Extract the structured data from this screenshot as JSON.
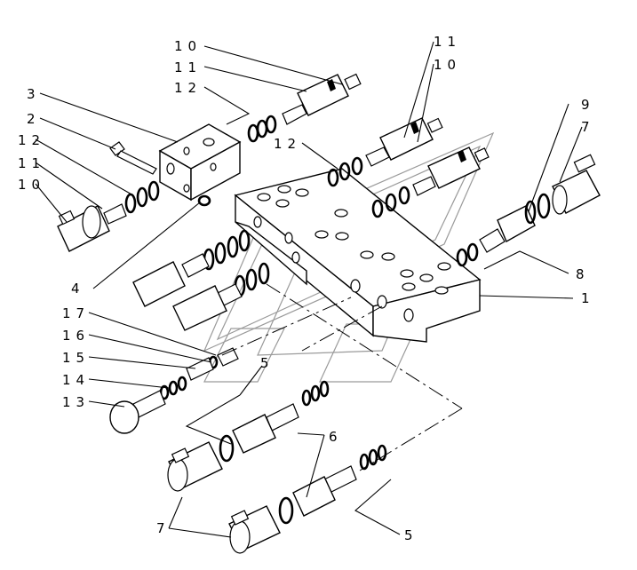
{
  "diagram": {
    "labels": {
      "l1": "1",
      "l2": "2",
      "l3": "3",
      "l4": "4",
      "l5a": "5",
      "l5b": "5",
      "l6": "6",
      "l7a": "7",
      "l7b": "7",
      "l8": "8",
      "l9": "9",
      "l10a": "10",
      "l10b": "10",
      "l10c": "10",
      "l11a": "11",
      "l11b": "11",
      "l11c": "11",
      "l12a": "12",
      "l12b": "12",
      "l12c": "12",
      "l13": "13",
      "l14": "14",
      "l15": "15",
      "l16": "16",
      "l17": "17"
    }
  }
}
